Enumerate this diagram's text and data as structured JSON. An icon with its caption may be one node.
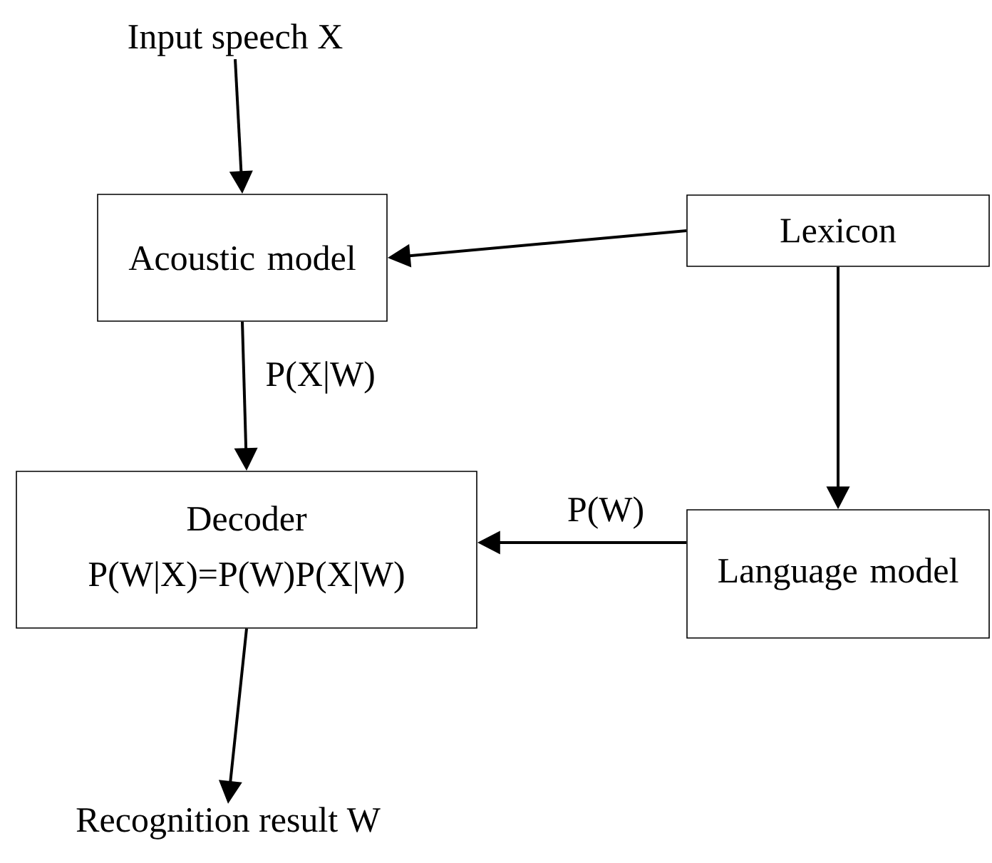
{
  "diagram": {
    "nodes": [
      {
        "text": [
          "Input speech   X"
        ]
      },
      {
        "text": [
          "Acoustic model"
        ]
      },
      {
        "text": [
          "Lexicon"
        ]
      },
      {
        "text": [
          "Decoder",
          "P(W|X)=P(W)P(X|W)"
        ]
      },
      {
        "text": [
          "Language model"
        ]
      },
      {
        "text": [
          "Recognition result   W"
        ]
      }
    ],
    "edges": [
      {
        "from": 0,
        "to": 1,
        "arrow": "to"
      },
      {
        "from": 2,
        "to": 1,
        "arrow": "to"
      },
      {
        "from": 1,
        "to": 3,
        "arrow": "to",
        "label": "P(X|W)"
      },
      {
        "from": 2,
        "to": 4,
        "arrow": "to"
      },
      {
        "from": 4,
        "to": 3,
        "arrow": "to",
        "label": "P(W)"
      },
      {
        "from": 3,
        "to": 5,
        "arrow": "to"
      }
    ]
  }
}
